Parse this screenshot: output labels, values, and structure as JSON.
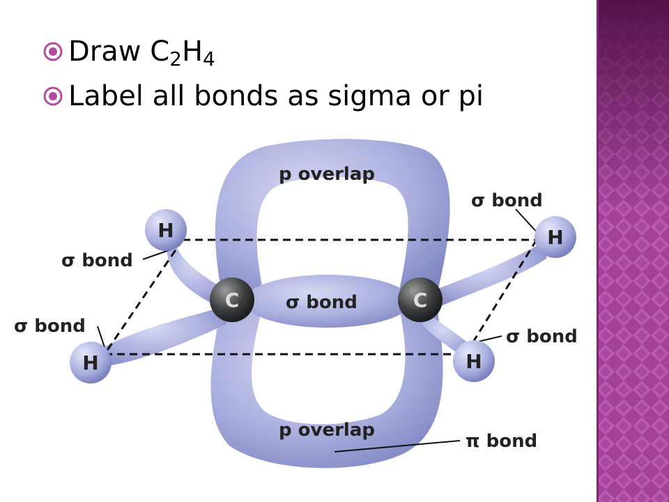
{
  "bullets": [
    {
      "text": "Draw C",
      "sub1": "2",
      "mid": "H",
      "sub2": "4"
    },
    {
      "text": "Label all bonds as sigma or pi"
    }
  ],
  "diagram": {
    "labels": {
      "p_overlap_top": "p overlap",
      "p_overlap_bottom": "p overlap",
      "sigma_bond_center": "σ bond",
      "sigma_bond_top_left": "σ bond",
      "sigma_bond_bottom_left": "σ bond",
      "sigma_bond_top_right": "σ bond",
      "sigma_bond_bottom_right": "σ bond",
      "pi_bond": "π bond"
    },
    "atoms": {
      "carbon": "C",
      "hydrogen": "H"
    }
  },
  "colors": {
    "lobe": "#a9aede",
    "lobe_dark": "#8c92cc",
    "carbon": "#3d3f40",
    "side_band": "#a4409a"
  }
}
